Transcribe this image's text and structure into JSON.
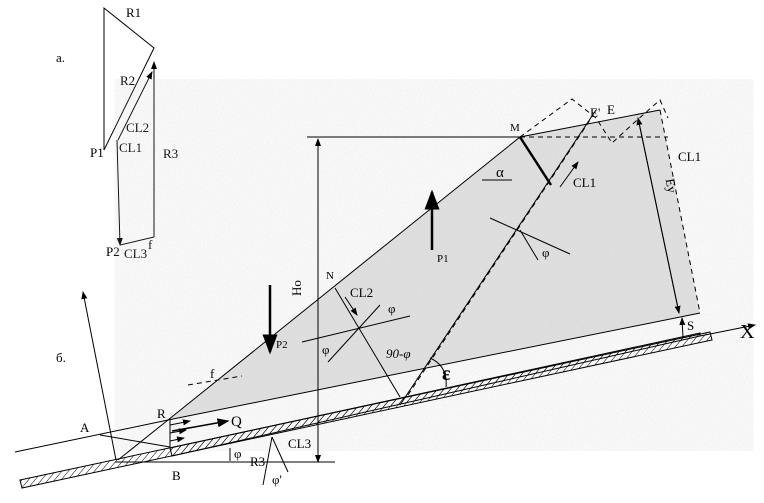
{
  "labels": {
    "part_a": "a.",
    "part_b": "б.",
    "R1": "R1",
    "R2": "R2",
    "R3": "R3",
    "P1": "P1",
    "P2": "P2",
    "CL1": "CL1",
    "CL2": "CL2",
    "CL3": "CL3",
    "f": "f",
    "M": "M",
    "N": "N",
    "E_prime": "E'",
    "E": "E",
    "alpha": "α",
    "phi": "φ",
    "phi_prime": "φ'",
    "ninety_minus_phi": "90-φ",
    "epsilon": "ε",
    "H0": "Ho",
    "Ey": "Ey",
    "S": "S",
    "X": "X",
    "A": "A",
    "B": "B",
    "R": "R",
    "Q": "Q"
  },
  "colors": {
    "fill": "#e6e6e6",
    "line": "#000000"
  }
}
